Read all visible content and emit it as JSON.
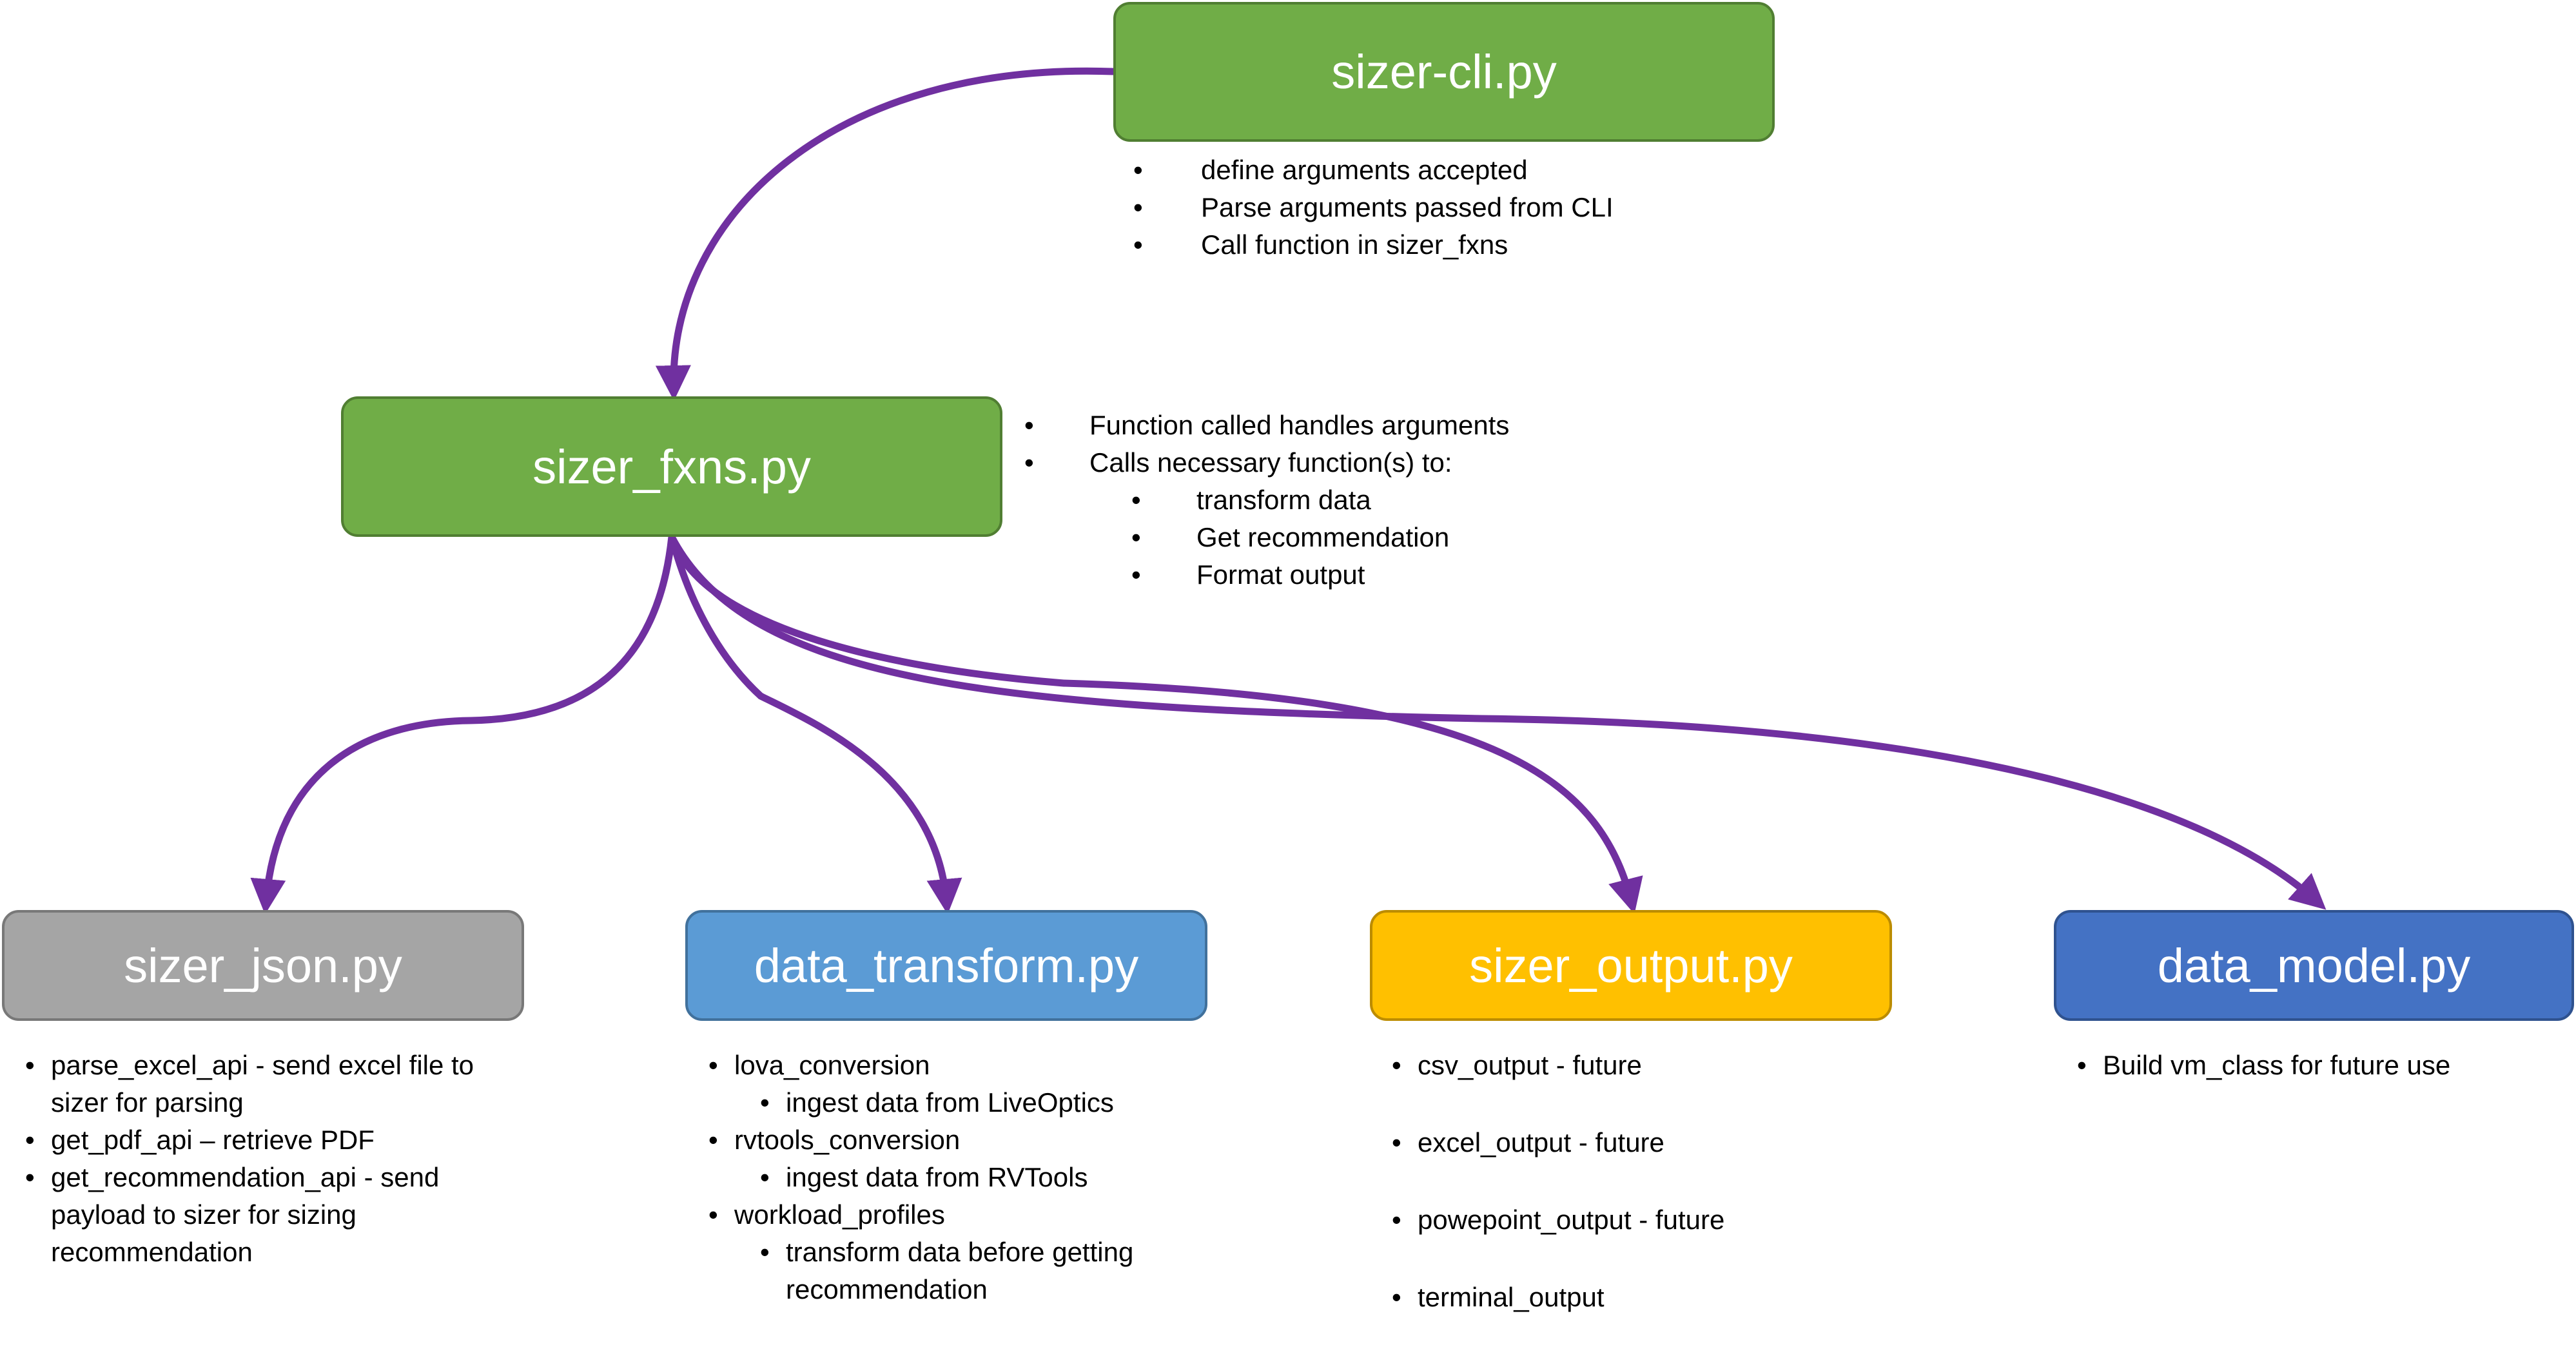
{
  "colors": {
    "arrow": "#7030a0",
    "cli_fill": "#70ad47",
    "fxns_fill": "#70ad47",
    "json_fill": "#a5a5a5",
    "transform_fill": "#5b9bd5",
    "output_fill": "#ffc000",
    "model_fill": "#4472c4"
  },
  "boxes": {
    "cli": "sizer-cli.py",
    "fxns": "sizer_fxns.py",
    "json": "sizer_json.py",
    "transform": "data_transform.py",
    "output": "sizer_output.py",
    "model": "data_model.py"
  },
  "notes": {
    "cli": [
      "define arguments accepted",
      "Parse arguments passed from CLI",
      "Call function in sizer_fxns"
    ],
    "fxns": {
      "items": [
        "Function called handles arguments",
        "Calls necessary function(s) to:"
      ],
      "subitems": [
        "transform data",
        "Get recommendation",
        "Format output"
      ]
    },
    "json": [
      "parse_excel_api - send excel file to sizer for parsing",
      "get_pdf_api – retrieve PDF",
      "get_recommendation_api - send payload to sizer for sizing recommendation"
    ],
    "transform": [
      "lova_conversion",
      "ingest data from LiveOptics",
      "rvtools_conversion",
      "ingest data from RVTools",
      "workload_profiles",
      "transform data before getting recommendation"
    ],
    "output": [
      "csv_output - future",
      "excel_output - future",
      "powepoint_output - future",
      "terminal_output"
    ],
    "model": [
      "Build vm_class for future use"
    ]
  }
}
